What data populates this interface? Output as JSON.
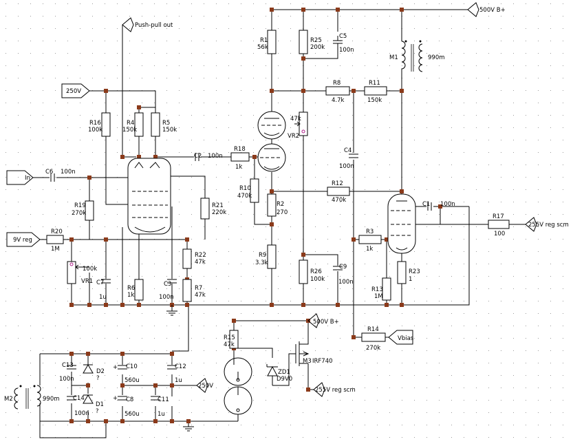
{
  "components": {
    "R1": {
      "ref": "R1",
      "value": "56k"
    },
    "R2": {
      "ref": "R2",
      "value": "270"
    },
    "R3": {
      "ref": "R3",
      "value": "1k"
    },
    "R4": {
      "ref": "R4",
      "value": "150k"
    },
    "R5": {
      "ref": "R5",
      "value": "150k"
    },
    "R6": {
      "ref": "R6",
      "value": "1k"
    },
    "R7": {
      "ref": "R7",
      "value": "47k"
    },
    "R8": {
      "ref": "R8",
      "value": "4.7k"
    },
    "R9": {
      "ref": "R9",
      "value": "3.3k"
    },
    "R10": {
      "ref": "R10",
      "value": "470k"
    },
    "R11": {
      "ref": "R11",
      "value": "150k"
    },
    "R12": {
      "ref": "R12",
      "value": "470k"
    },
    "R13": {
      "ref": "R13",
      "value": "1M"
    },
    "R14": {
      "ref": "R14",
      "value": "270k"
    },
    "R15": {
      "ref": "R15",
      "value": "47k"
    },
    "R16": {
      "ref": "R16",
      "value": "100k"
    },
    "R17": {
      "ref": "R17",
      "value": "100"
    },
    "R18": {
      "ref": "R18",
      "value": "1k"
    },
    "R19": {
      "ref": "R19",
      "value": "270k"
    },
    "R20": {
      "ref": "R20",
      "value": "1M"
    },
    "R21": {
      "ref": "R21",
      "value": "220k"
    },
    "R22": {
      "ref": "R22",
      "value": "47k"
    },
    "R23": {
      "ref": "R23",
      "value": "1"
    },
    "R25": {
      "ref": "R25",
      "value": "200k"
    },
    "R26": {
      "ref": "R26",
      "value": "100k"
    },
    "C1": {
      "ref": "C1",
      "value": "100n"
    },
    "C2": {
      "ref": "C2",
      "value": "100n"
    },
    "C3": {
      "ref": "C3",
      "value": "100n"
    },
    "C4": {
      "ref": "C4",
      "value": "100n"
    },
    "C5": {
      "ref": "C5",
      "value": "100n"
    },
    "C6": {
      "ref": "C6",
      "value": "100n"
    },
    "C7": {
      "ref": "C7",
      "value": "1u"
    },
    "C8": {
      "ref": "C8",
      "value": "560u"
    },
    "C9": {
      "ref": "C9",
      "value": "100n"
    },
    "C10": {
      "ref": "C10",
      "value": "560u"
    },
    "C11": {
      "ref": "C11",
      "value": "1u"
    },
    "C12": {
      "ref": "C12",
      "value": "1u"
    },
    "C13": {
      "ref": "C13",
      "value": "100n"
    },
    "C14": {
      "ref": "C14",
      "value": "100n"
    },
    "VR1": {
      "ref": "VR1",
      "value": "100k"
    },
    "VR2": {
      "ref": "VR2",
      "value": "47k"
    },
    "M1": {
      "ref": "M1",
      "value": "990m"
    },
    "M2": {
      "ref": "M2",
      "value": "990m"
    },
    "M3": {
      "ref": "M3",
      "value": "IRF740"
    },
    "D1": {
      "ref": "D1",
      "value": "?"
    },
    "D2": {
      "ref": "D2",
      "value": "?"
    },
    "ZD1": {
      "ref": "ZD1",
      "value": "D9V0"
    }
  },
  "ports": {
    "push_pull_out": "Push-pull out",
    "b500_top": "500V B+",
    "v250_left": "250V",
    "in": "In",
    "v9_reg": "9V reg",
    "v255_reg_right": "255V reg scm",
    "vbias": "Vbias",
    "b500_mid": "500V B+",
    "v250_bottom": "250V",
    "v255_reg_bottom": "255V reg scm"
  }
}
